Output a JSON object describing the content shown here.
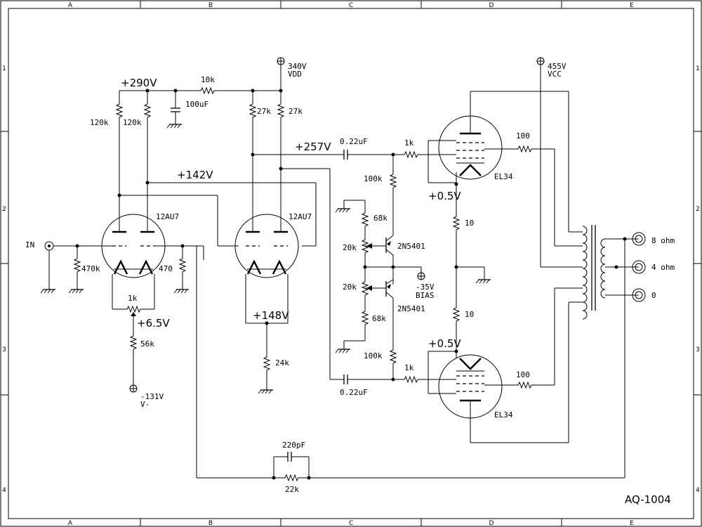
{
  "frame": {
    "columns": [
      "A",
      "B",
      "C",
      "D",
      "E"
    ],
    "rows": [
      "1",
      "2",
      "3",
      "4"
    ]
  },
  "title_block": {
    "drawing_number": "AQ-1004"
  },
  "supplies": {
    "vdd_voltage": "340V",
    "vdd_name": "VDD",
    "vcc_voltage": "455V",
    "vcc_name": "VCC",
    "vminus_voltage": "-131V",
    "vminus_name": "V-",
    "bias_voltage": "-35V",
    "bias_name": "BIAS"
  },
  "node_voltages": {
    "v290": "+290V",
    "v257": "+257V",
    "v142": "+142V",
    "v6_5": "+6.5V",
    "v148": "+148V",
    "v0_5_top": "+0.5V",
    "v0_5_bottom": "+0.5V"
  },
  "components": {
    "r_10k": "10k",
    "c_100uf": "100uF",
    "r_27k_a": "27k",
    "r_27k_b": "27k",
    "r_120k_a": "120k",
    "r_120k_b": "120k",
    "r_470k": "470k",
    "r_470": "470",
    "r_1k_tail": "1k",
    "r_56k": "56k",
    "r_24k": "24k",
    "c_022_top": "0.22uF",
    "c_022_bottom": "0.22uF",
    "r_1k_grid_top": "1k",
    "r_1k_grid_bottom": "1k",
    "r_100k_top": "100k",
    "r_100k_bottom": "100k",
    "r_68k_top": "68k",
    "r_68k_bottom": "68k",
    "pot_20k_top": "20k",
    "pot_20k_bottom": "20k",
    "q_top": "2N5401",
    "q_bottom": "2N5401",
    "r_100_top": "100",
    "r_100_bottom": "100",
    "r_10_top": "10",
    "r_10_bottom": "10",
    "c_220pf": "220pF",
    "r_22k": "22k"
  },
  "tubes": {
    "v1": "12AU7",
    "v2": "12AU7",
    "v3": "EL34",
    "v4": "EL34"
  },
  "io": {
    "input": "IN",
    "out_8": "8 ohm",
    "out_4": "4 ohm",
    "out_0": "0"
  }
}
